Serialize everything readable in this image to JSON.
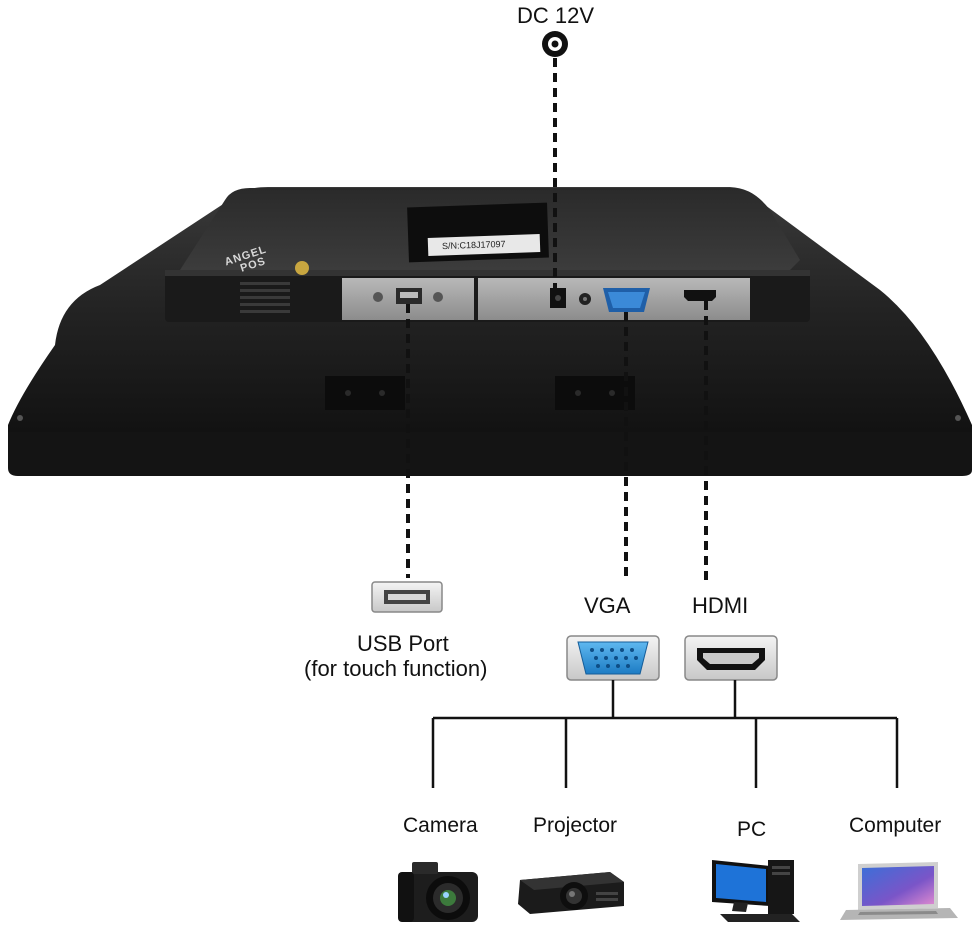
{
  "power": {
    "label": "DC 12V"
  },
  "monitor": {
    "brand_line1": "ANGEL",
    "brand_line2": "POS",
    "serial": "S/N:C18J17097"
  },
  "ports": {
    "usb_label_line1": "USB Port",
    "usb_label_line2": "(for touch function)",
    "vga_label": "VGA",
    "hdmi_label": "HDMI"
  },
  "devices": [
    {
      "label": "Camera",
      "icon": "camera-icon"
    },
    {
      "label": "Projector",
      "icon": "projector-icon"
    },
    {
      "label": "PC",
      "icon": "desktop-pc-icon"
    },
    {
      "label": "Computer",
      "icon": "laptop-icon"
    }
  ],
  "colors": {
    "monitor_body": "#1c1c1c",
    "port_panel": "#9a9a9a",
    "vga_blue": "#2a8fd6",
    "line": "#111111"
  }
}
